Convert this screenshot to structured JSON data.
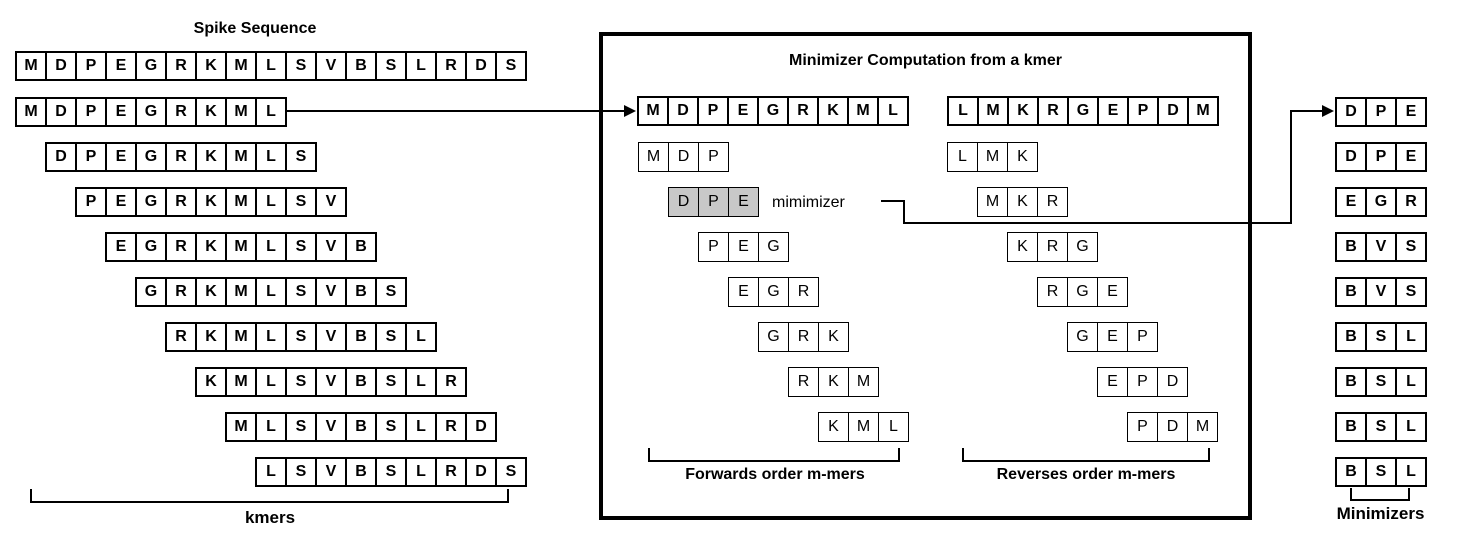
{
  "left": {
    "title": "Spike Sequence",
    "spike_sequence": [
      "M",
      "D",
      "P",
      "E",
      "G",
      "R",
      "K",
      "M",
      "L",
      "S",
      "V",
      "B",
      "S",
      "L",
      "R",
      "D",
      "S"
    ],
    "kmers": [
      "MDPEGRKML",
      "DPEGRKMLS",
      "PEGRKMLSV",
      "EGRKMLSVB",
      "GRKMLSVBS",
      "RKMLSVBSL",
      "KMLSVBSLR",
      "MLSVBSLRD",
      "LSVBSLRDS"
    ],
    "bracket_label": "kmers"
  },
  "box": {
    "title": "Minimizer Computation from a kmer",
    "forward_kmer": "MDPEGRKML",
    "reverse_kmer": "LMKRGEPDM",
    "forward_mmers": [
      "MDP",
      "DPE",
      "PEG",
      "EGR",
      "GRK",
      "RKM",
      "KML"
    ],
    "reverse_mmers": [
      "LMK",
      "MKR",
      "KRG",
      "RGE",
      "GEP",
      "EPD",
      "PDM"
    ],
    "highlighted_mmer": "DPE",
    "minimizer_pointer_label": "mimimizer",
    "forward_bracket_label": "Forwards order m-mers",
    "reverse_bracket_label": "Reverses order m-mers"
  },
  "right": {
    "minimizers": [
      "DPE",
      "DPE",
      "EGR",
      "BVS",
      "BVS",
      "BSL",
      "BSL",
      "BSL",
      "BSL"
    ],
    "bracket_label": "Minimizers"
  },
  "colors": {
    "highlight": "#c8c8c8",
    "line": "#000000",
    "background": "#ffffff"
  }
}
